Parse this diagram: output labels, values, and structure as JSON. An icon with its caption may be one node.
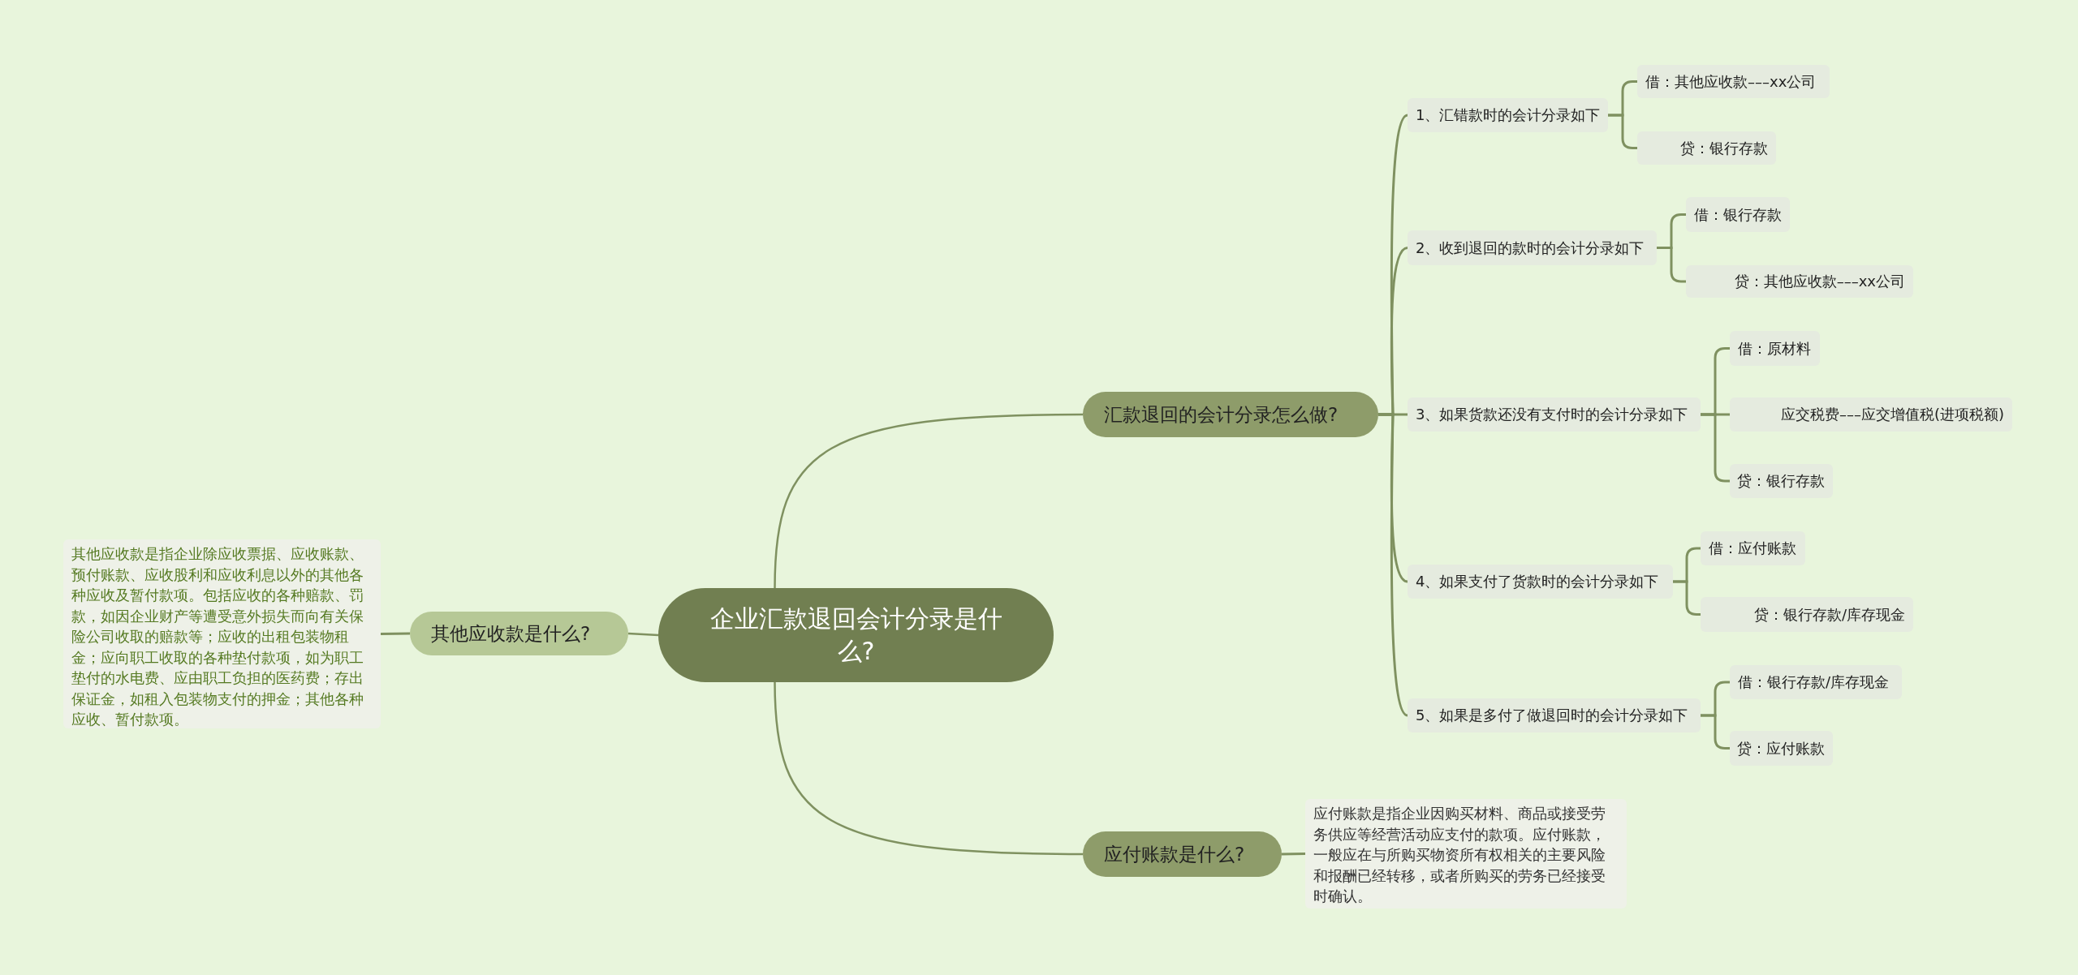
{
  "diagram": {
    "nodes": [
      {
        "text": [
          "企业汇款退回会计分录是什么?"
        ]
      },
      {
        "text": [
          "汇款退回的会计分录怎么做?"
        ]
      },
      {
        "text": [
          "1、汇错款时的会计分录如下"
        ]
      },
      {
        "text": [
          "借：其他应收款–––xx公司"
        ]
      },
      {
        "text": [
          "贷：银行存款"
        ]
      },
      {
        "text": [
          "2、收到退回的款时的会计分录如下"
        ]
      },
      {
        "text": [
          "借：银行存款"
        ]
      },
      {
        "text": [
          "贷：其他应收款–––xx公司"
        ]
      },
      {
        "text": [
          "3、如果货款还没有支付时的会计分录如下"
        ]
      },
      {
        "text": [
          "借：原材料"
        ]
      },
      {
        "text": [
          "应交税费–––应交增值税(进项税额)"
        ]
      },
      {
        "text": [
          "贷：银行存款"
        ]
      },
      {
        "text": [
          "4、如果支付了货款时的会计分录如下"
        ]
      },
      {
        "text": [
          "借：应付账款"
        ]
      },
      {
        "text": [
          "贷：银行存款/库存现金"
        ]
      },
      {
        "text": [
          "5、如果是多付了做退回时的会计分录如下"
        ]
      },
      {
        "text": [
          "借：银行存款/库存现金"
        ]
      },
      {
        "text": [
          "贷：应付账款"
        ]
      },
      {
        "text": [
          "应付账款是什么?"
        ]
      },
      {
        "text": [
          "应付账款是指企业因购买材料、商品或接受劳务供应等经营活动应支付的款项。应付账款，一般应在与所购买物资所有权相关的主要风险和报酬已经转移，或者所购买的劳务已经接受时确认。"
        ]
      },
      {
        "text": [
          "其他应收款是什么?"
        ]
      },
      {
        "text": [
          "其他应收款是指企业除应收票据、应收账款、预付账款、应收股利和应收利息以外的其他各种应收及暂付款项。包括应收的各种赔款、罚款，如因企业财产等遭受意外损失而向有关保险公司收取的赔款等；应收的出租包装物租金；应向职工收取的各种垫付款项，如为职工垫付的水电费、应由职工负担的医药费；存出保证金，如租入包装物支付的押金；其他各种应收、暂付款项。"
        ]
      }
    ],
    "edges": [
      {
        "from": 0,
        "to": 1,
        "arrow": "none"
      },
      {
        "from": 0,
        "to": 18,
        "arrow": "none"
      },
      {
        "from": 0,
        "to": 20,
        "arrow": "none"
      },
      {
        "from": 1,
        "to": 2,
        "arrow": "none"
      },
      {
        "from": 1,
        "to": 5,
        "arrow": "none"
      },
      {
        "from": 1,
        "to": 8,
        "arrow": "none"
      },
      {
        "from": 1,
        "to": 12,
        "arrow": "none"
      },
      {
        "from": 1,
        "to": 15,
        "arrow": "none"
      },
      {
        "from": 2,
        "to": 3,
        "arrow": "none"
      },
      {
        "from": 2,
        "to": 4,
        "arrow": "none"
      },
      {
        "from": 5,
        "to": 6,
        "arrow": "none"
      },
      {
        "from": 5,
        "to": 7,
        "arrow": "none"
      },
      {
        "from": 8,
        "to": 9,
        "arrow": "none"
      },
      {
        "from": 8,
        "to": 10,
        "arrow": "none"
      },
      {
        "from": 8,
        "to": 11,
        "arrow": "none"
      },
      {
        "from": 12,
        "to": 13,
        "arrow": "none"
      },
      {
        "from": 12,
        "to": 14,
        "arrow": "none"
      },
      {
        "from": 15,
        "to": 16,
        "arrow": "none"
      },
      {
        "from": 15,
        "to": 17,
        "arrow": "none"
      },
      {
        "from": 18,
        "to": 19,
        "arrow": "none"
      },
      {
        "from": 20,
        "to": 21,
        "arrow": "none"
      }
    ]
  }
}
